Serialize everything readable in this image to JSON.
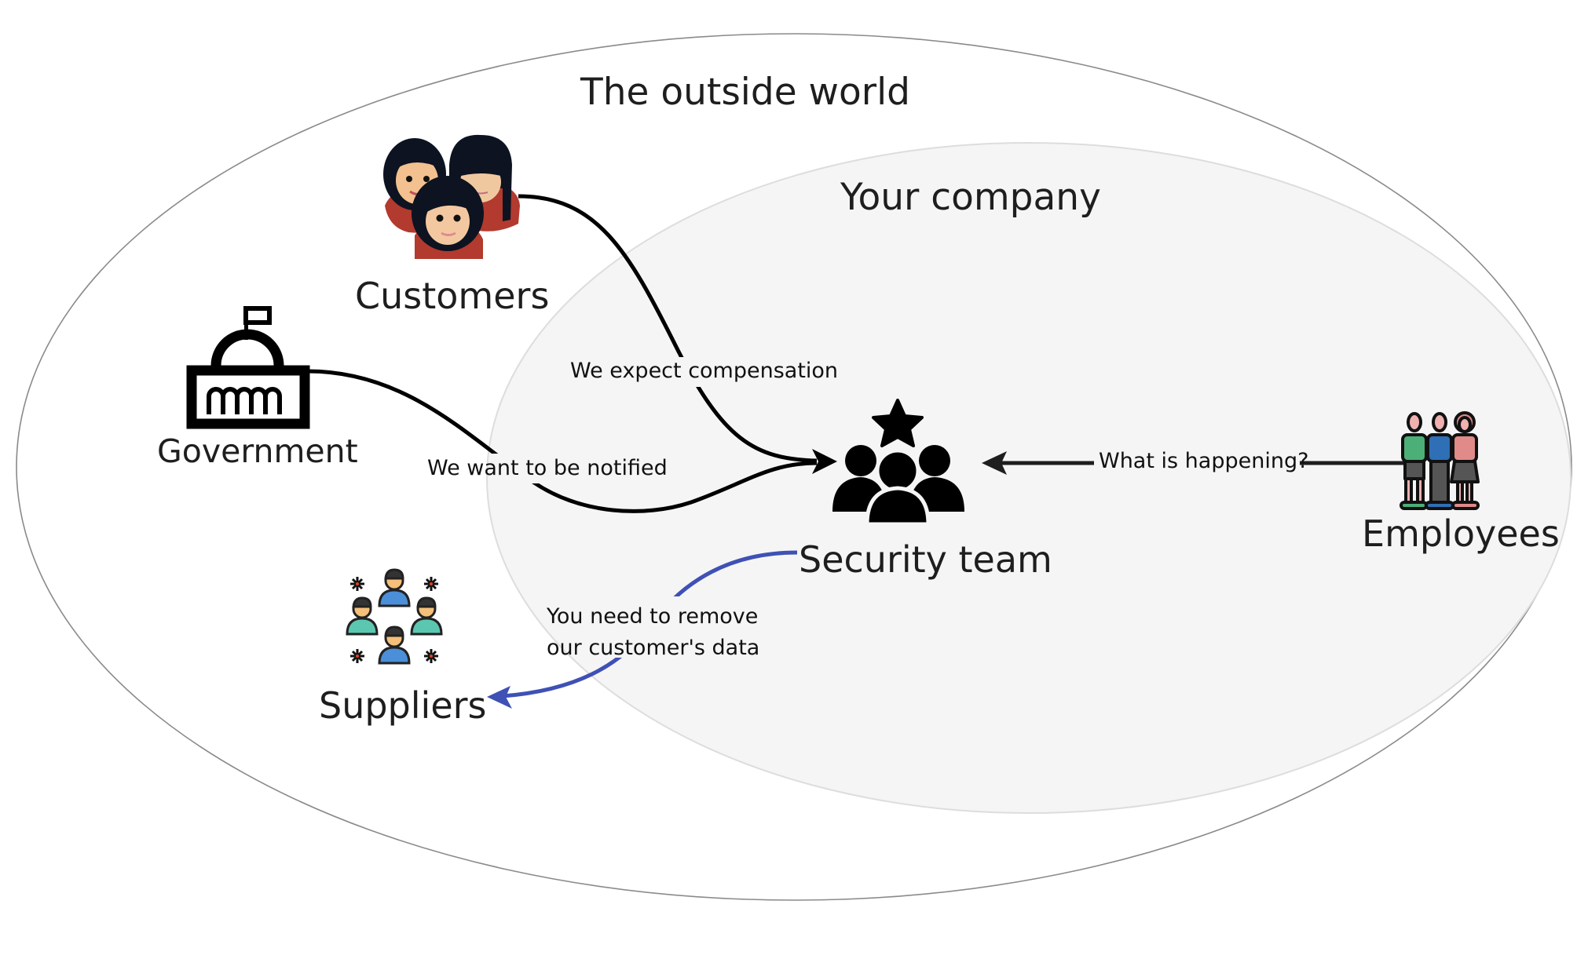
{
  "diagram": {
    "outer_region": {
      "label": "The outside world"
    },
    "inner_region": {
      "label": "Your company"
    },
    "nodes": {
      "customers": {
        "label": "Customers",
        "icon": "customers-icon"
      },
      "government": {
        "label": "Government",
        "icon": "government-building-icon"
      },
      "suppliers": {
        "label": "Suppliers",
        "icon": "suppliers-group-icon"
      },
      "security_team": {
        "label": "Security team",
        "icon": "security-team-star-icon"
      },
      "employees": {
        "label": "Employees",
        "icon": "employees-group-icon"
      }
    },
    "edges": [
      {
        "from": "Customers",
        "to": "Security team",
        "label": "We expect compensation",
        "color": "#000000"
      },
      {
        "from": "Government",
        "to": "Security team",
        "label": "We want to be notified",
        "color": "#000000"
      },
      {
        "from": "Employees",
        "to": "Security team",
        "label": "What is happening?",
        "color": "#1e1e1e"
      },
      {
        "from": "Security team",
        "to": "Suppliers",
        "label_line1": "You need to remove",
        "label_line2": "our customer's data",
        "color": "#3f51b5"
      }
    ]
  },
  "colors": {
    "outer_stroke": "#8a8a8a",
    "inner_fill": "#f5f5f5",
    "inner_stroke": "#dddddd",
    "supplier_arrow": "#3f51b5"
  }
}
